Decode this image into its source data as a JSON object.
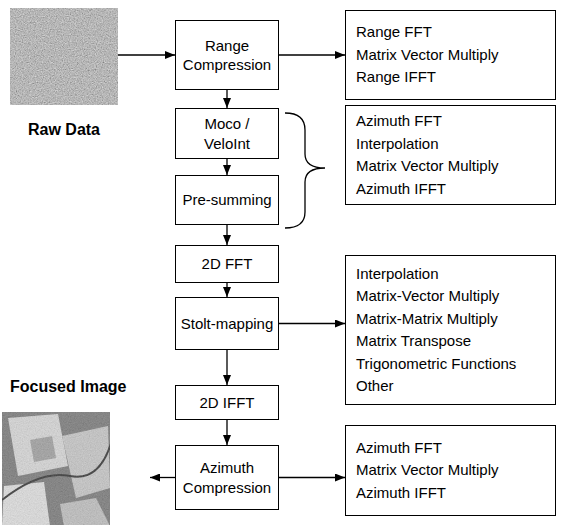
{
  "diagram": {
    "nodes": [
      {
        "text": [
          "Raw Data"
        ]
      },
      {
        "text": [
          "Range Compression"
        ]
      },
      {
        "text": [
          "Range FFT",
          "Matrix Vector Multiply",
          "Range IFFT"
        ]
      },
      {
        "text": [
          "Moco / VeloInt"
        ]
      },
      {
        "text": [
          "Azimuth FFT",
          "Interpolation",
          "Matrix Vector Multiply",
          "Azimuth IFFT"
        ]
      },
      {
        "text": [
          "Pre-summing"
        ]
      },
      {
        "text": [
          "2D FFT"
        ]
      },
      {
        "text": [
          "Interpolation",
          "Matrix-Vector Multiply",
          "Matrix-Matrix Multiply",
          "Matrix Transpose",
          "Trigonometric Functions",
          "Other"
        ]
      },
      {
        "text": [
          "Stolt-mapping"
        ]
      },
      {
        "text": [
          "Focused Image"
        ]
      },
      {
        "text": [
          "2D IFFT"
        ]
      },
      {
        "text": [
          "Azimuth Compression"
        ]
      },
      {
        "text": [
          "Azimuth FFT",
          "Matrix Vector Multiply",
          "Azimuth IFFT"
        ]
      }
    ],
    "edges": [
      {
        "from": 0,
        "to": 1,
        "arrow": "to"
      },
      {
        "from": 1,
        "to": 2,
        "arrow": "to"
      },
      {
        "from": 1,
        "to": 3,
        "arrow": "to"
      },
      {
        "from": 3,
        "to": 5,
        "arrow": "to"
      },
      {
        "from": 5,
        "to": 6,
        "arrow": "to"
      },
      {
        "from": 6,
        "to": 8,
        "arrow": "to"
      },
      {
        "from": 8,
        "to": 7,
        "arrow": "to"
      },
      {
        "from": 8,
        "to": 10,
        "arrow": "to"
      },
      {
        "from": 10,
        "to": 11,
        "arrow": "to"
      },
      {
        "from": 11,
        "to": 12,
        "arrow": "to"
      },
      {
        "from": 11,
        "to": 9,
        "arrow": "to"
      }
    ]
  }
}
